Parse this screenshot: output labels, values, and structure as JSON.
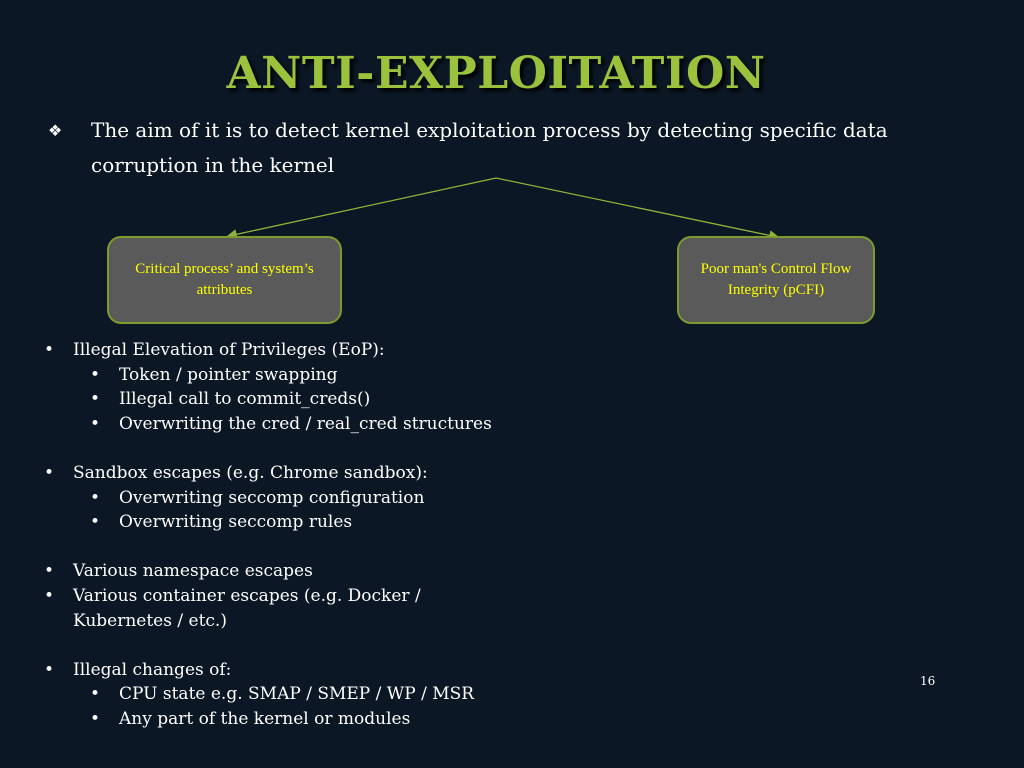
{
  "slide": {
    "title": "ANTI-EXPLOITATION",
    "intro": "The aim of it is to detect kernel exploitation process by detecting specific data corruption in the kernel",
    "intro_bullet_icon": "four-diamond-bullet",
    "boxes": [
      {
        "text": "Critical process’ and system’s attributes"
      },
      {
        "text": "Poor man's Control Flow Integrity (pCFI)"
      }
    ],
    "list": {
      "eop": "Illegal Elevation of Privileges (EoP):",
      "eop_items": [
        "Token / pointer swapping",
        "Illegal call to commit_creds()",
        "Overwriting the cred / real_cred structures"
      ],
      "sandbox": "Sandbox escapes (e.g. Chrome sandbox):",
      "sandbox_items": [
        "Overwriting seccomp configuration",
        "Overwriting seccomp rules"
      ],
      "namespace": "Various namespace escapes",
      "container_1": "Various container escapes (e.g. Docker /",
      "container_2": "Kubernetes / etc.)",
      "changes": "Illegal changes of:",
      "changes_items": [
        "CPU state e.g. SMAP / SMEP / WP / MSR",
        "Any part of the kernel or modules"
      ]
    },
    "page_number": "16",
    "colors": {
      "background": "#0b1724",
      "title": "#9bc23c",
      "box_fill": "#5a5a5a",
      "box_text": "#ffff00",
      "connector": "#8fb33a"
    }
  }
}
